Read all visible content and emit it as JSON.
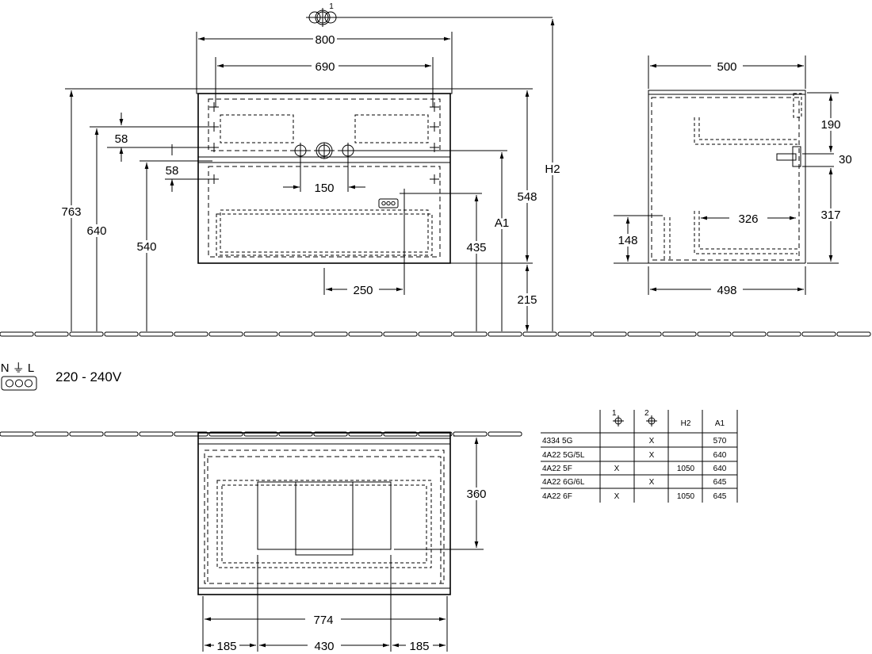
{
  "dimensions": {
    "top_connection_label": "1",
    "width_800": "800",
    "width_690": "690",
    "height_763": "763",
    "height_640": "640",
    "height_540": "540",
    "offset_58_upper": "58",
    "offset_58_lower": "58",
    "spacing_150": "150",
    "offset_250": "250",
    "height_435": "435",
    "height_548": "548",
    "label_A1": "A1",
    "height_215": "215",
    "label_H2": "H2",
    "depth_500": "500",
    "depth_190": "190",
    "depth_30": "30",
    "depth_317": "317",
    "depth_326": "326",
    "depth_148": "148",
    "depth_498": "498",
    "plan_360": "360",
    "plan_774": "774",
    "plan_185_left": "185",
    "plan_430": "430",
    "plan_185_right": "185"
  },
  "electrical": {
    "terminal_letters": "N ⏚ L",
    "voltage": "220 - 240V"
  },
  "variant_table": {
    "headers": [
      "",
      "1",
      "2",
      "H2",
      "A1"
    ],
    "rows": [
      {
        "code": "4334 5G",
        "c1": "",
        "c2": "X",
        "h2": "",
        "a1": "570"
      },
      {
        "code": "4A22 5G/5L",
        "c1": "",
        "c2": "X",
        "h2": "",
        "a1": "640"
      },
      {
        "code": "4A22 5F",
        "c1": "X",
        "c2": "",
        "h2": "1050",
        "a1": "640"
      },
      {
        "code": "4A22 6G/6L",
        "c1": "",
        "c2": "X",
        "h2": "",
        "a1": "645"
      },
      {
        "code": "4A22 6F",
        "c1": "X",
        "c2": "",
        "h2": "1050",
        "a1": "645"
      }
    ]
  },
  "icons": {
    "valve": "faucet-connection-icon",
    "socket": "power-socket-icon",
    "ground": "ground-symbol-icon"
  }
}
